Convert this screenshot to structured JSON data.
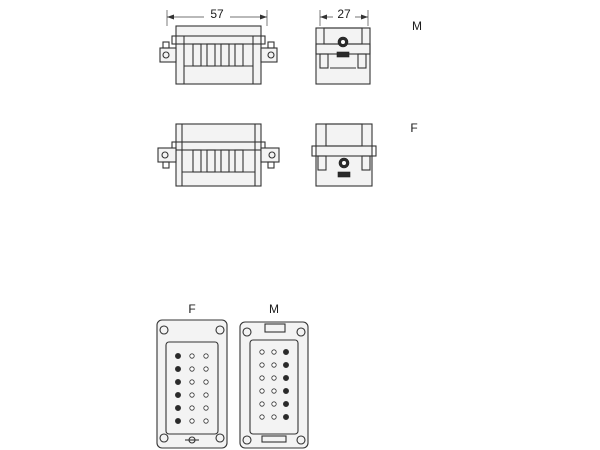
{
  "dimensions": {
    "width_label": "57",
    "depth_label": "27"
  },
  "variants": {
    "male": "M",
    "female": "F"
  },
  "face_views": {
    "female_label": "F",
    "male_label": "M"
  },
  "colors": {
    "line": "#333333",
    "fill": "#f3f3f3",
    "pin": "#2a2a2a"
  }
}
